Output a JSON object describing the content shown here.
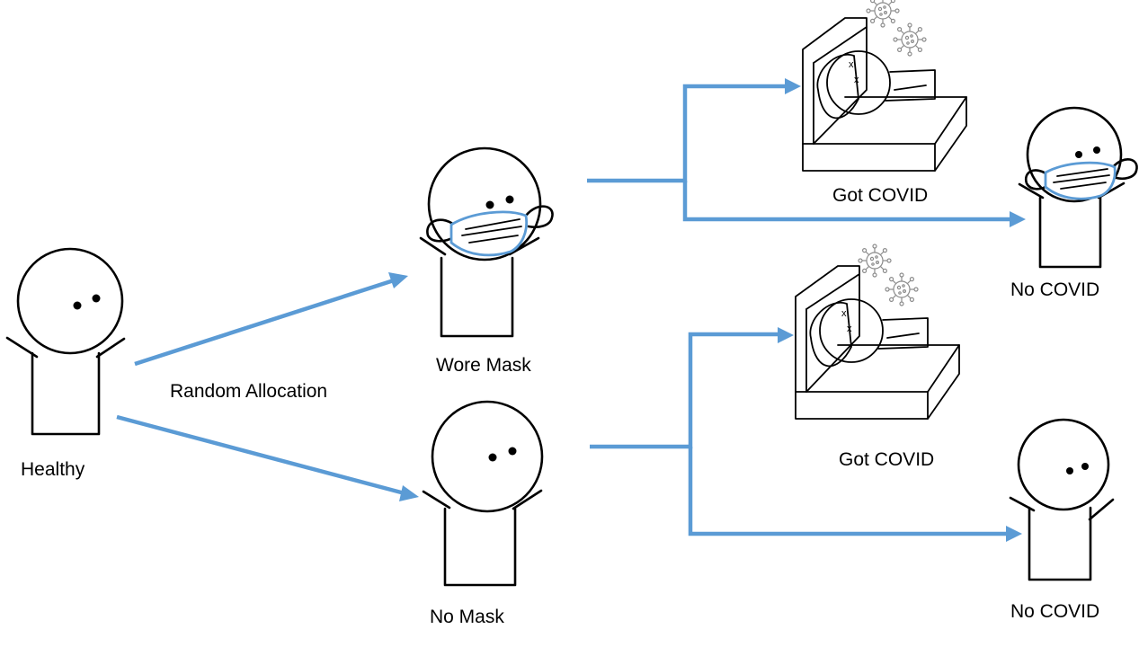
{
  "colors": {
    "arrow": "#5b9bd5",
    "mask": "#5b9bd5",
    "ink": "#000000",
    "virus": "#8c8c8c"
  },
  "labels": {
    "healthy": "Healthy",
    "random_allocation": "Random Allocation",
    "wore_mask": "Wore Mask",
    "no_mask": "No Mask",
    "got_covid_mask": "Got COVID",
    "no_covid_mask": "No COVID",
    "got_covid_nomask": "Got COVID",
    "no_covid_nomask": "No COVID"
  },
  "icons": {
    "person": "stick-figure-icon",
    "masked_person": "masked-stick-figure-icon",
    "sick_in_bed": "sick-in-bed-icon",
    "virus": "virus-icon"
  }
}
